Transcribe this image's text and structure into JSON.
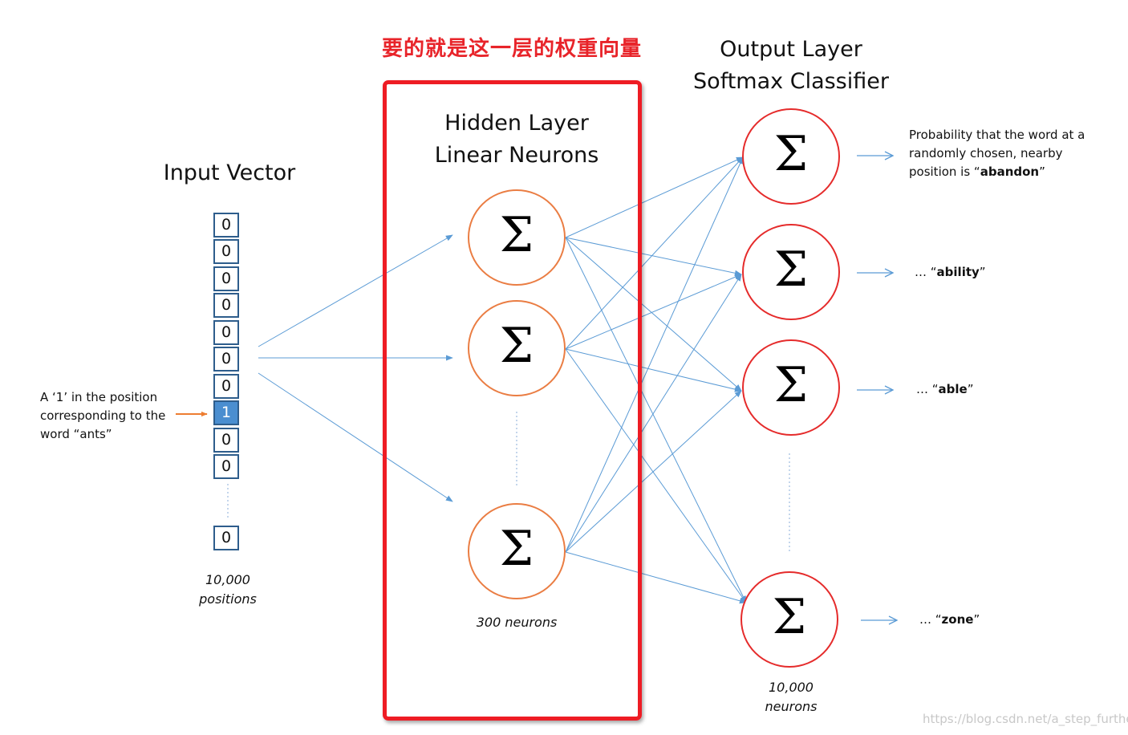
{
  "annotation_cn": "要的就是这一层的权重向量",
  "input": {
    "title": "Input Vector",
    "cells": [
      "0",
      "0",
      "0",
      "0",
      "0",
      "0",
      "0",
      "1",
      "0",
      "0"
    ],
    "last_cell": "0",
    "count_label": "10,000",
    "count_unit": "positions",
    "note": [
      "A ‘1’ in the position",
      "corresponding to the",
      "word “ants”"
    ]
  },
  "hidden": {
    "title_line1": "Hidden Layer",
    "title_line2": "Linear Neurons",
    "symbol": "Σ",
    "count_label": "300 neurons"
  },
  "output": {
    "title_line1": "Output Layer",
    "title_line2": "Softmax Classifier",
    "symbol": "Σ",
    "count_label": "10,000",
    "count_unit": "neurons",
    "labels": [
      {
        "lines": [
          {
            "text": "Probability that the word at a",
            "bold": "",
            "tail": ""
          },
          {
            "text": "randomly chosen, nearby",
            "bold": "",
            "tail": ""
          },
          {
            "text": "position is “",
            "bold": "abandon",
            "tail": "”"
          }
        ]
      },
      {
        "lines": [
          {
            "text": "… “",
            "bold": "ability",
            "tail": "”"
          }
        ]
      },
      {
        "lines": [
          {
            "text": "… “",
            "bold": "able",
            "tail": "”"
          }
        ]
      },
      {
        "lines": [
          {
            "text": "… “",
            "bold": "zone",
            "tail": "”"
          }
        ]
      }
    ]
  },
  "watermark": "https://blog.csdn.net/a_step_further",
  "colors": {
    "arrow_blue": "#5b9bd5",
    "input_arrow": "#ed7d31",
    "hidden_border": "#ea7d43",
    "output_border": "#e52b2b",
    "highlight_box": "#ee1c24",
    "annotation_text": "#e8242a",
    "active_cell": "#4a8ed0"
  }
}
